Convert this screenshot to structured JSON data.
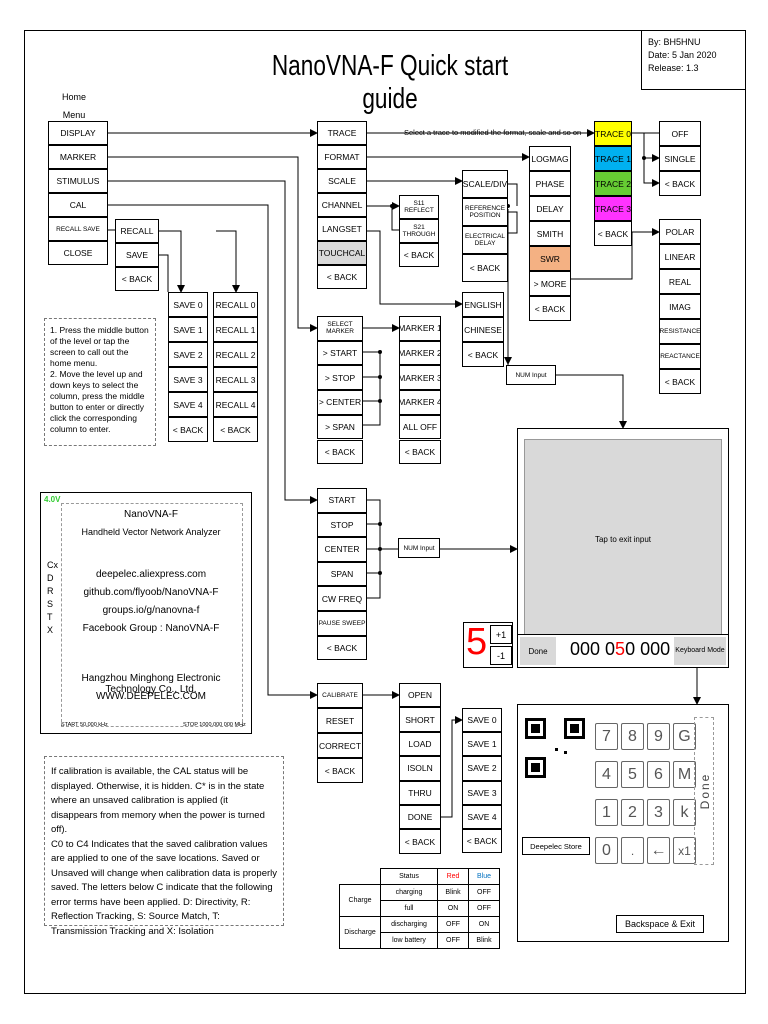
{
  "title": "NanoVNA-F Quick start guide",
  "author": {
    "by": "By: BH5HNU",
    "date": "Date: 5 Jan 2020",
    "release": "Release: 1.3"
  },
  "home_menu_label": "Home\nMenu",
  "home": [
    "DISPLAY",
    "MARKER",
    "STIMULUS",
    "CAL",
    "RECALL SAVE",
    "CLOSE"
  ],
  "recall_save_menu": [
    "RECALL",
    "SAVE",
    "< BACK"
  ],
  "save_menu": [
    "SAVE 0",
    "SAVE 1",
    "SAVE 2",
    "SAVE 3",
    "SAVE 4",
    "< BACK"
  ],
  "recall_menu": [
    "RECALL 0",
    "RECALL 1",
    "RECALL 2",
    "RECALL 3",
    "RECALL 4",
    "< BACK"
  ],
  "display_menu": [
    "TRACE",
    "FORMAT",
    "SCALE",
    "CHANNEL",
    "LANGSET",
    "TOUCHCAL",
    "< BACK"
  ],
  "trace_hint": "Select a trace to modified the format, scale and so on",
  "trace_menu": [
    {
      "label": "TRACE 0",
      "color": "#ffff00"
    },
    {
      "label": "TRACE 1",
      "color": "#00b0f0"
    },
    {
      "label": "TRACE 2",
      "color": "#66cc33"
    },
    {
      "label": "TRACE 3",
      "color": "#ff33ff"
    },
    {
      "label": "< BACK",
      "color": "#ffffff"
    }
  ],
  "trace_sub": [
    "OFF",
    "SINGLE",
    "< BACK"
  ],
  "format_menu": [
    {
      "label": "LOGMAG",
      "color": "#ffffff"
    },
    {
      "label": "PHASE",
      "color": "#ffffff"
    },
    {
      "label": "DELAY",
      "color": "#ffffff"
    },
    {
      "label": "SMITH",
      "color": "#ffffff"
    },
    {
      "label": "SWR",
      "color": "#f4b183"
    },
    {
      "label": "> MORE",
      "color": "#ffffff"
    },
    {
      "label": "< BACK",
      "color": "#ffffff"
    }
  ],
  "more_menu": [
    "POLAR",
    "LINEAR",
    "REAL",
    "IMAG",
    "RESISTANCE",
    "REACTANCE",
    "< BACK"
  ],
  "channel_menu": [
    "S11 REFLECT",
    "S21 THROUGH",
    "< BACK"
  ],
  "scale_menu": [
    "SCALE/DIV",
    "REFERENCE POSITION",
    "ELECTRICAL DELAY",
    "< BACK"
  ],
  "lang_menu": [
    "ENGLISH",
    "CHINESE",
    "< BACK"
  ],
  "num_input": "NUM Input",
  "marker_menu": [
    "SELECT MARKER",
    "> START",
    "> STOP",
    "> CENTER",
    "> SPAN",
    "< BACK"
  ],
  "select_marker_menu": [
    "MARKER 1",
    "MARKER 2",
    "MARKER 3",
    "MARKER 4",
    "ALL OFF",
    "< BACK"
  ],
  "stimulus_menu": [
    "START",
    "STOP",
    "CENTER",
    "SPAN",
    "CW FREQ",
    "PAUSE SWEEP",
    "< BACK"
  ],
  "cal_menu": [
    "CALIBRATE",
    "RESET",
    "CORRECT",
    "< BACK"
  ],
  "calibrate_menu": [
    "OPEN",
    "SHORT",
    "LOAD",
    "ISOLN",
    "THRU",
    "DONE",
    "< BACK"
  ],
  "cal_save_menu": [
    "SAVE 0",
    "SAVE 1",
    "SAVE 2",
    "SAVE 3",
    "SAVE 4",
    "< BACK"
  ],
  "instructions": "1. Press the middle button of the level or tap the screen to call out the home menu.\n2. Move the level up and down keys to select the column, press the middle button to enter or directly click the corresponding column to enter.",
  "splash": {
    "voltage": "4.0V",
    "lines": [
      "NanoVNA-F",
      "Handheld Vector Network Analyzer",
      "deepelec.aliexpress.com",
      "github.com/flyoob/NanoVNA-F",
      "groups.io/g/nanovna-f",
      "Facebook Group : NanoVNA-F",
      "Hangzhou Minghong Electronic Technology Co., Ltd.",
      "WWW.DEEPELEC.COM"
    ],
    "side_letters": [
      "Cx",
      "D",
      "R",
      "S",
      "T",
      "X"
    ],
    "start": "START 50.000 kHz",
    "stop": "STOP 1000.000 000 MHz"
  },
  "cal_note": "If calibration is available, the CAL status will be displayed. Otherwise, it is hidden. C* is in the state where an unsaved calibration is applied (it disappears from memory when the power is turned off).\nC0 to C4 Indicates that the saved calibration values are applied to one of the save locations. Saved or Unsaved will change when calibration data is properly saved. The letters below C indicate that the following error terms have been applied. D: Directivity, R: Reflection Tracking, S: Source Match, T: Transmission Tracking and X: Isolation",
  "status_table": {
    "headers": [
      "Status",
      "Red",
      "Blue"
    ],
    "groups": [
      {
        "name": "Charge",
        "rows": [
          [
            "charging",
            "Blink",
            "OFF"
          ],
          [
            "full",
            "ON",
            "OFF"
          ]
        ]
      },
      {
        "name": "Discharge",
        "rows": [
          [
            "discharging",
            "OFF",
            "ON"
          ],
          [
            "low battery",
            "OFF",
            "Blink"
          ]
        ]
      }
    ],
    "red": "#ff0000",
    "blue": "#0070c0"
  },
  "screen": {
    "tap_text": "Tap to exit input"
  },
  "numeric": {
    "big_digit": "5",
    "plus": "+1",
    "minus": "-1",
    "done": "Done",
    "value_pre": "000 0",
    "value_hl": "5",
    "value_post": "0 000",
    "keyboard": "Keyboard Mode"
  },
  "keypad": {
    "keys": [
      "7",
      "8",
      "9",
      "G",
      "4",
      "5",
      "6",
      "M",
      "1",
      "2",
      "3",
      "k",
      "0",
      ".",
      "←",
      "x1"
    ],
    "done": "Done",
    "store": "Deepelec Store",
    "backspace": "Backspace & Exit",
    "qr_icon": "qr-code-icon"
  }
}
